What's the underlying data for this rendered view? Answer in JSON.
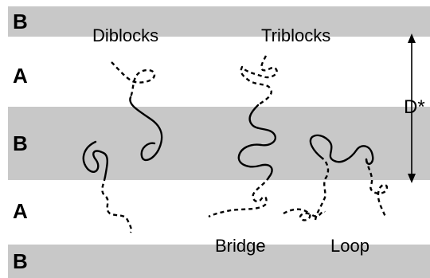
{
  "colors": {
    "domain_b": "#c8c8c8",
    "domain_a": "#ffffff",
    "ink": "#000000"
  },
  "layers": [
    "B",
    "A",
    "B",
    "A",
    "B"
  ],
  "labels": {
    "diblocks": "Diblocks",
    "triblocks": "Triblocks",
    "period": "D*",
    "bridge": "Bridge",
    "loop": "Loop"
  }
}
